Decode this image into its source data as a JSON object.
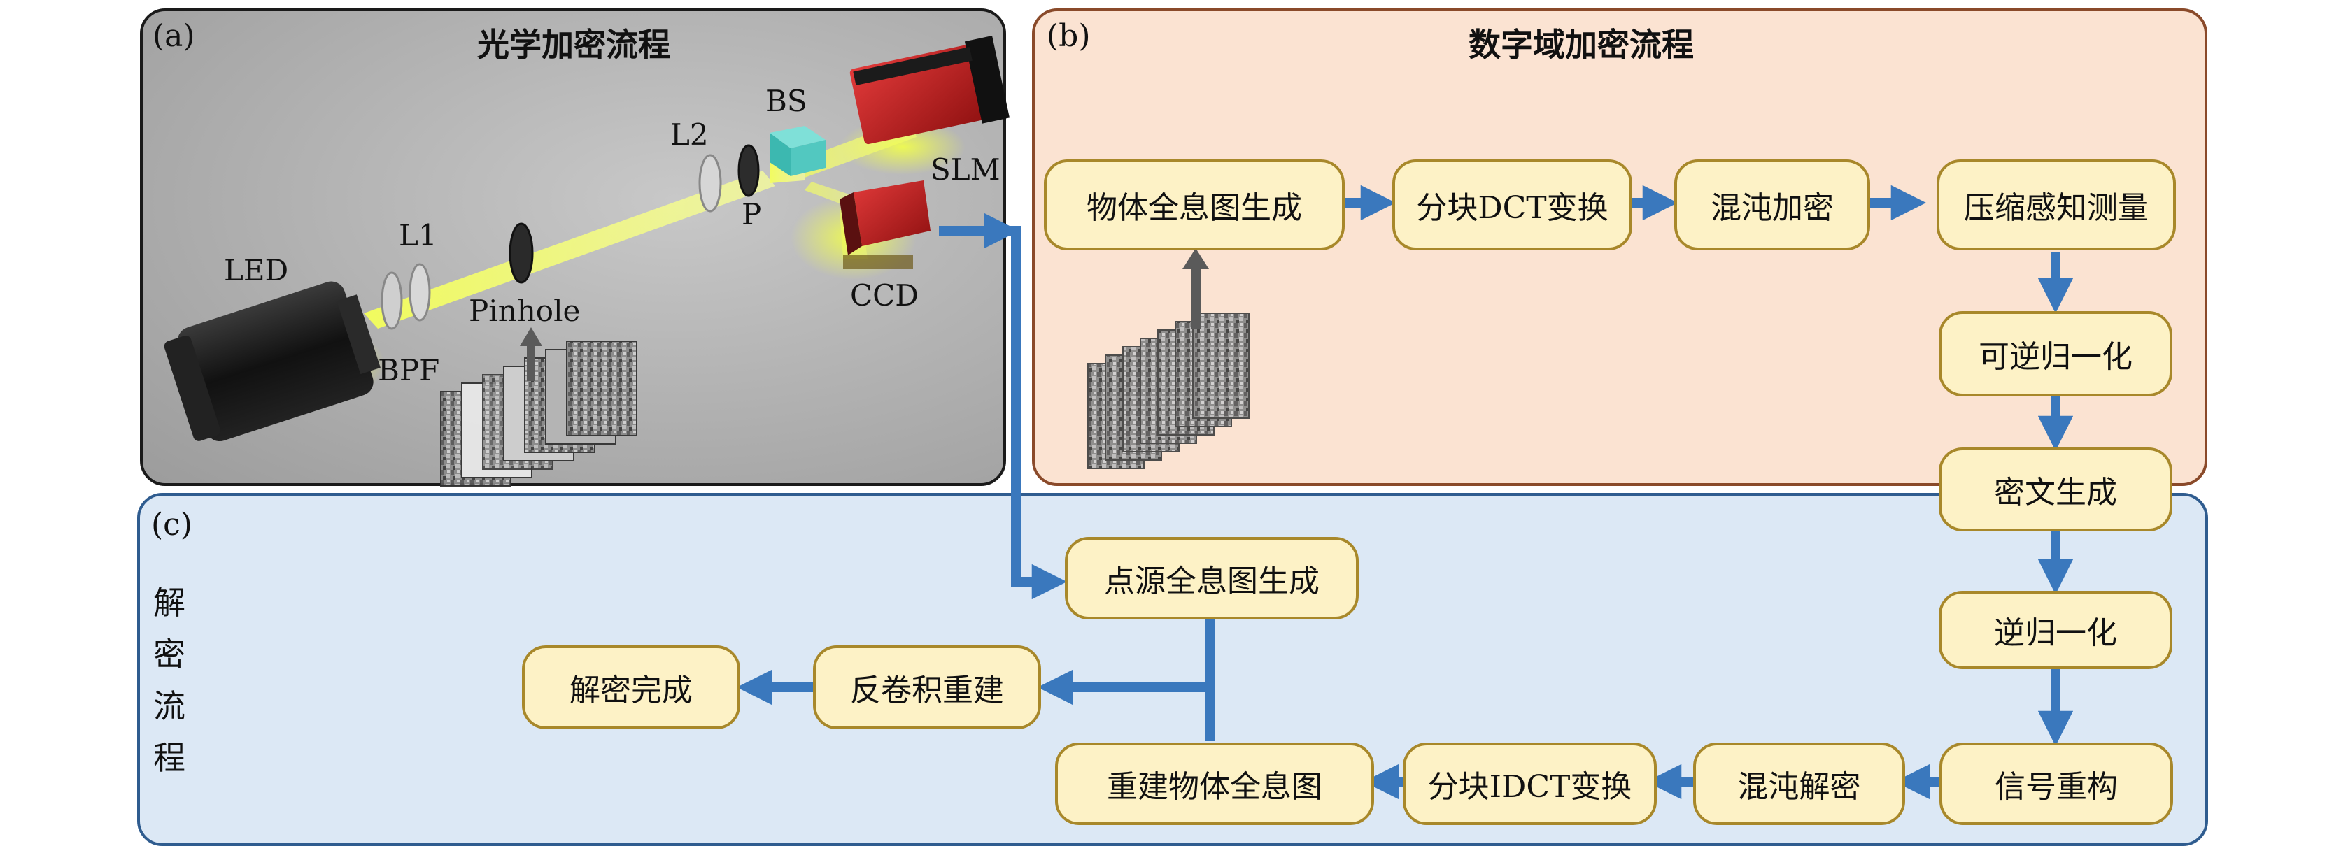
{
  "panel_a": {
    "label": "(a)",
    "title": "光学加密流程",
    "optics": {
      "led": "LED",
      "l1": "L1",
      "pinhole": "Pinhole",
      "bpf": "BPF",
      "l2": "L2",
      "p": "P",
      "bs": "BS",
      "slm": "SLM",
      "ccd": "CCD"
    }
  },
  "panel_b": {
    "label": "(b)",
    "title": "数字域加密流程",
    "nodes": {
      "n1": "物体全息图生成",
      "n2": "分块DCT变换",
      "n3": "混沌加密",
      "n4": "压缩感知测量",
      "n5": "可逆归一化",
      "n6": "密文生成"
    }
  },
  "panel_c": {
    "label": "(c)",
    "title_chars": [
      "解",
      "密",
      "流",
      "程"
    ],
    "nodes": {
      "n7": "逆归一化",
      "n8": "信号重构",
      "n9": "混沌解密",
      "n10": "分块IDCT变换",
      "n11": "重建物体全息图",
      "n12": "点源全息图生成",
      "n13": "反卷积重建",
      "n14": "解密完成"
    }
  },
  "colors": {
    "arrow": "#3a78bd",
    "node_fill": "#fdf2c6",
    "node_border": "#a8882a",
    "panel_b_bg": "#fbe3d2",
    "panel_c_bg": "#dce8f5"
  }
}
